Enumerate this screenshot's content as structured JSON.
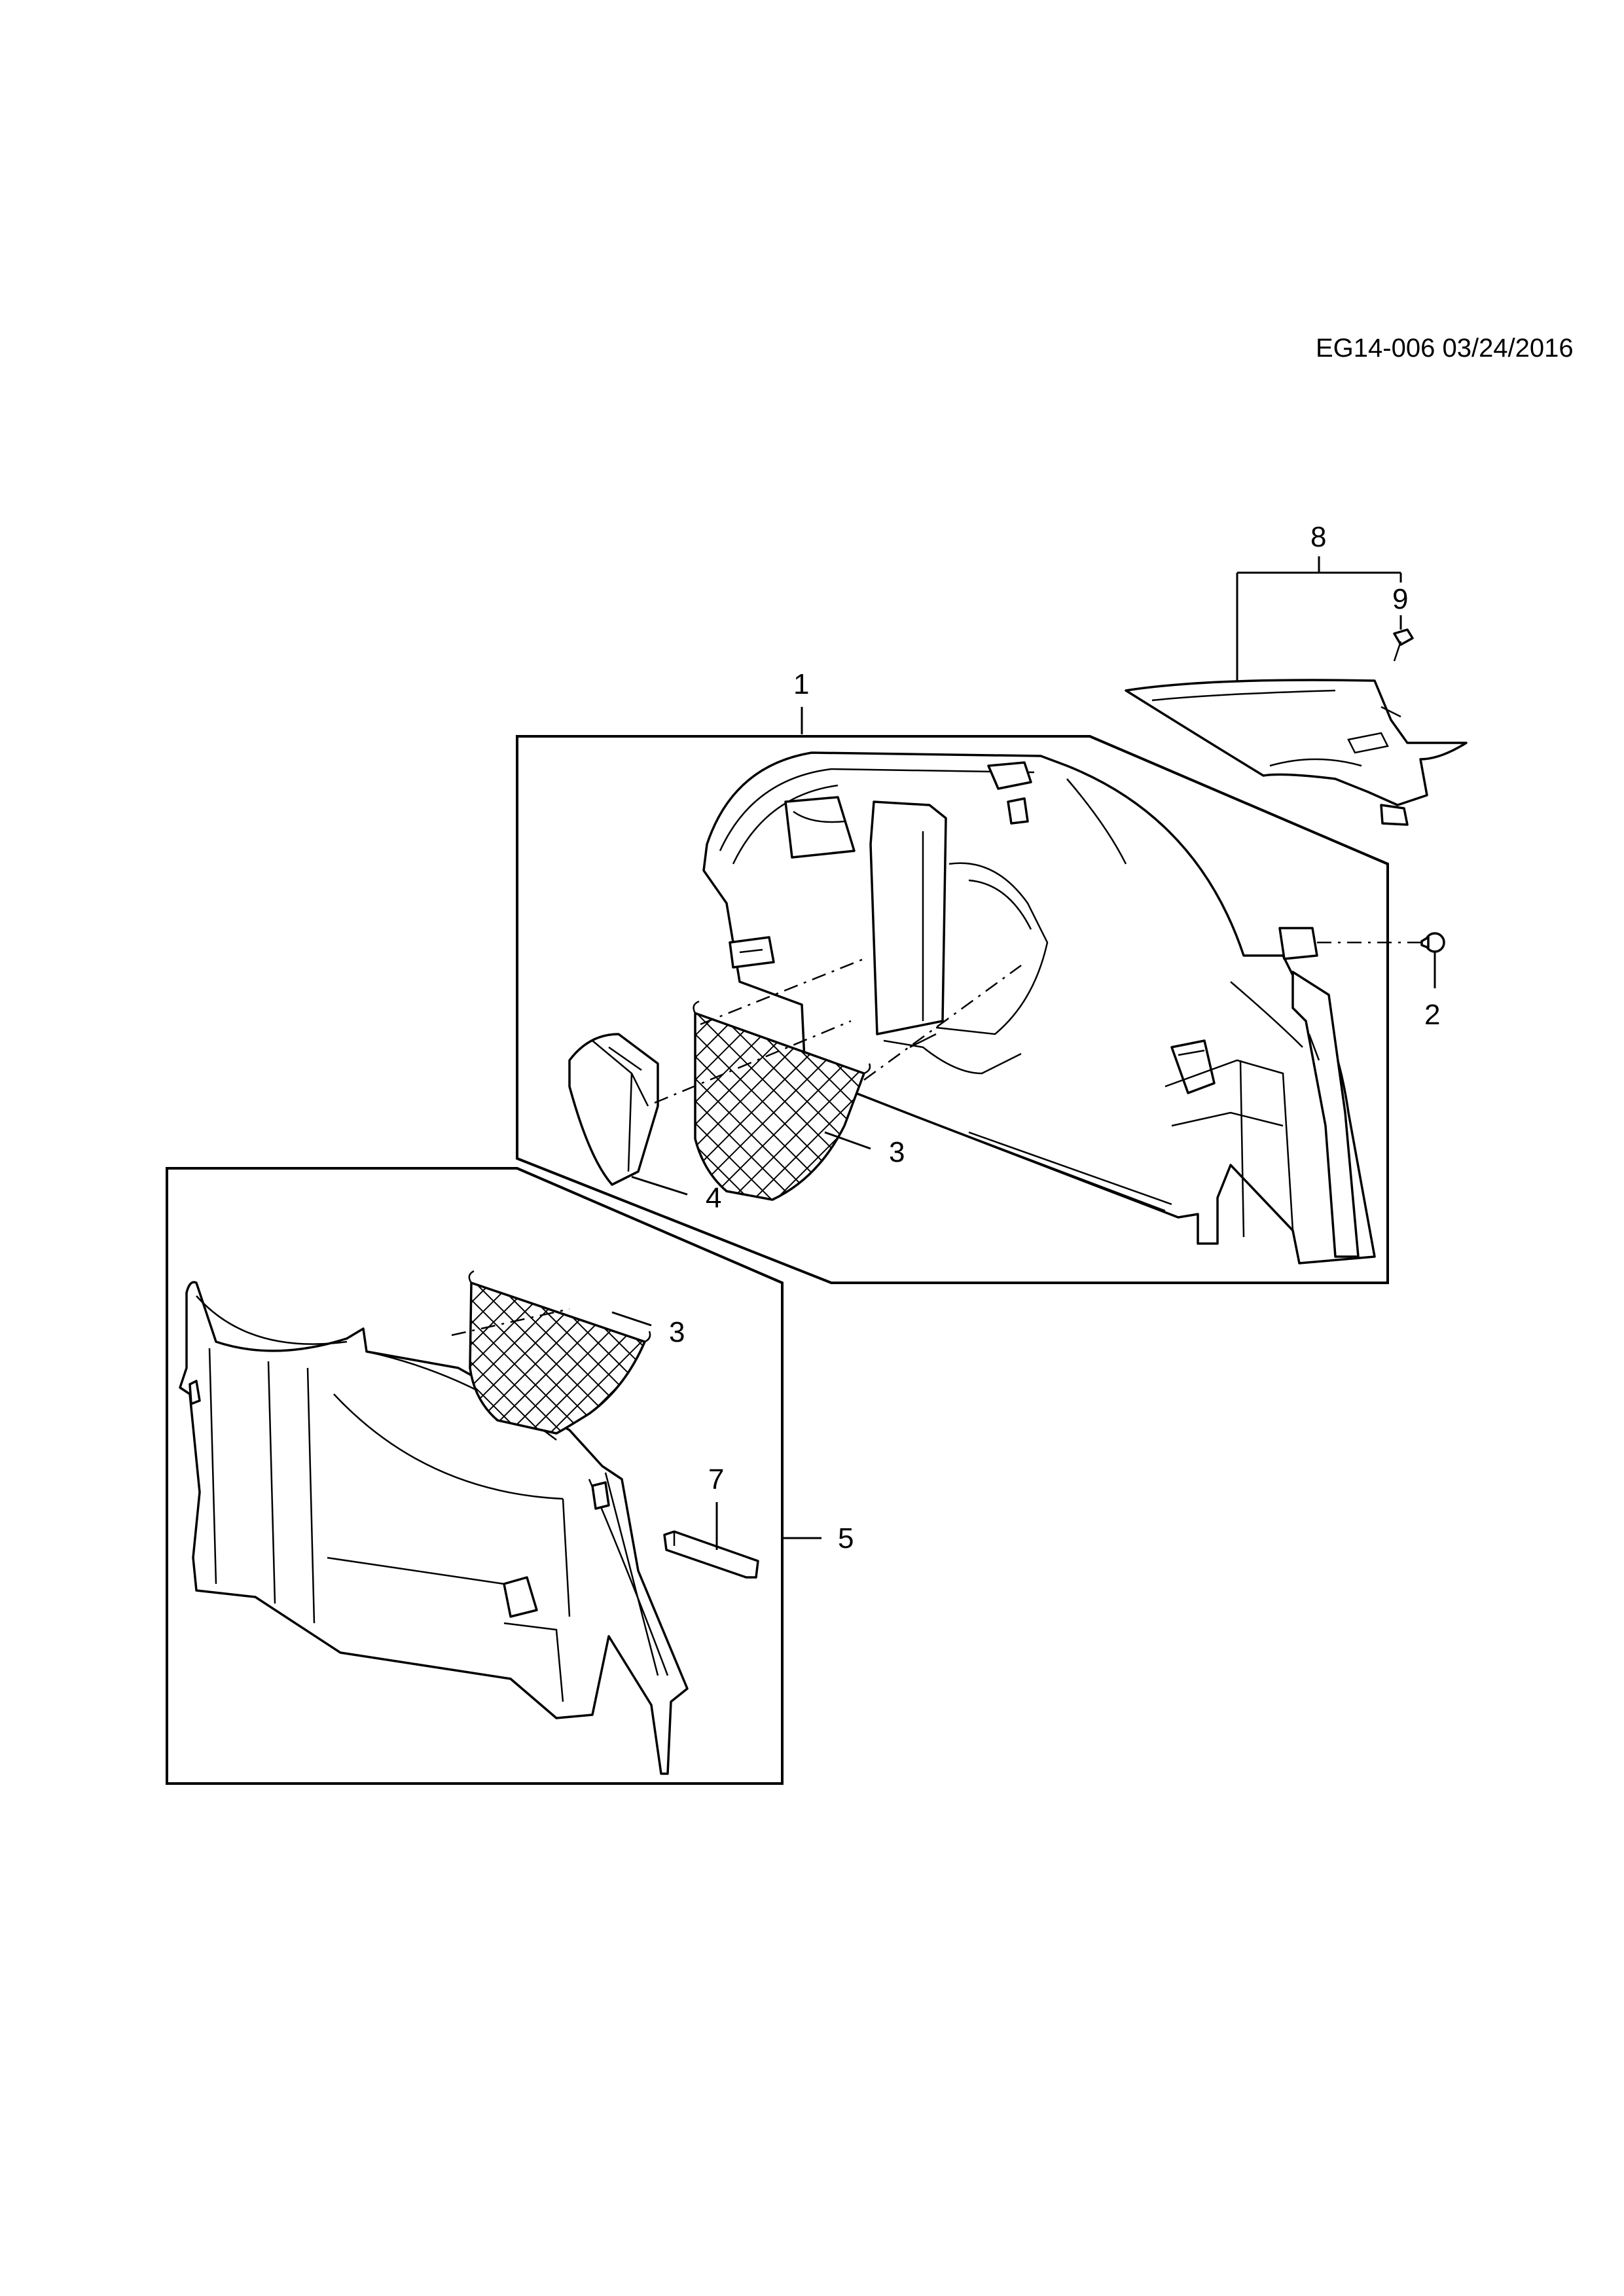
{
  "reference": "EG14-006 03/24/2016",
  "callouts": {
    "c1": "1",
    "c2": "2",
    "c3a": "3",
    "c3b": "3",
    "c4": "4",
    "c5": "5",
    "c7": "7",
    "c8": "8",
    "c9": "9"
  }
}
